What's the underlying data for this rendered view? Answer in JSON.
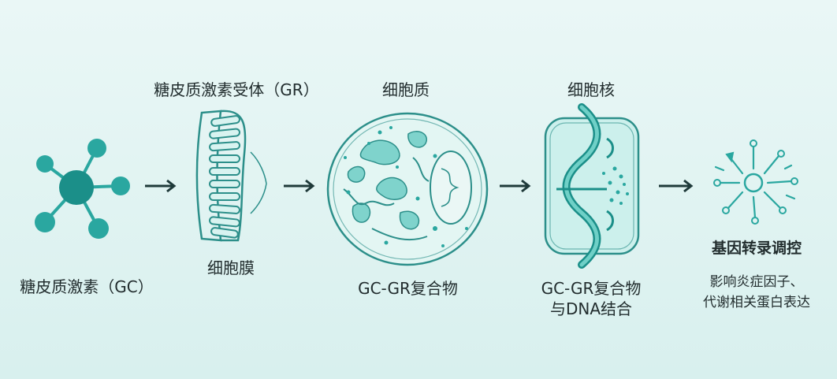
{
  "steps": {
    "gc": {
      "label": "糖皮质激素（GC）"
    },
    "receptor": {
      "top_label": "糖皮质激素受体（GR）",
      "bottom_label": "细胞膜"
    },
    "cytoplasm": {
      "top_label": "细胞质",
      "bottom_label": "GC-GR复合物"
    },
    "nucleus": {
      "top_label": "细胞核",
      "bottom_line1": "GC-GR复合物",
      "bottom_line2": "与DNA结合"
    },
    "regulation": {
      "title": "基因转录调控",
      "desc_line1": "影响炎症因子、",
      "desc_line2": "代谢相关蛋白表达"
    }
  },
  "colors": {
    "teal": "#2aa7a0",
    "dark_teal": "#1b8f89",
    "light_teal": "#7fd3cc",
    "outline": "#2c8f8a",
    "arrow": "#1f3a3a"
  }
}
